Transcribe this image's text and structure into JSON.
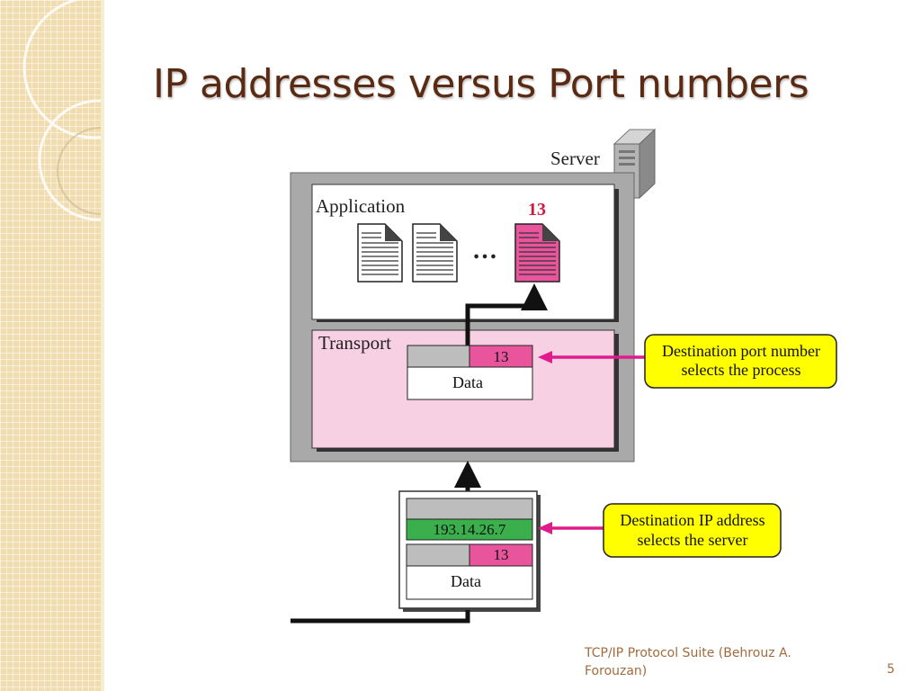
{
  "slide": {
    "title": "IP addresses versus Port numbers",
    "footer_source": "TCP/IP Protocol Suite (Behrouz A. Forouzan)",
    "page_number": "5"
  },
  "diagram": {
    "server_label": "Server",
    "application_label": "Application",
    "ellipsis": "…",
    "process_port": "13",
    "transport_label": "Transport",
    "segment_port": "13",
    "segment_data": "Data",
    "callout_port": [
      "Destination port number",
      "selects the process"
    ],
    "packet_ip": "193.14.26.7",
    "packet_port": "13",
    "packet_data": "Data",
    "callout_ip": [
      "Destination IP address",
      "selects the server"
    ]
  },
  "colors": {
    "title": "#5a2a13",
    "port_pink": "#e8559c",
    "ip_green": "#3aaf4c",
    "callout_yellow": "#ffff00",
    "transport_bg": "#f8d0e3",
    "process_red": "#d01a3c"
  }
}
